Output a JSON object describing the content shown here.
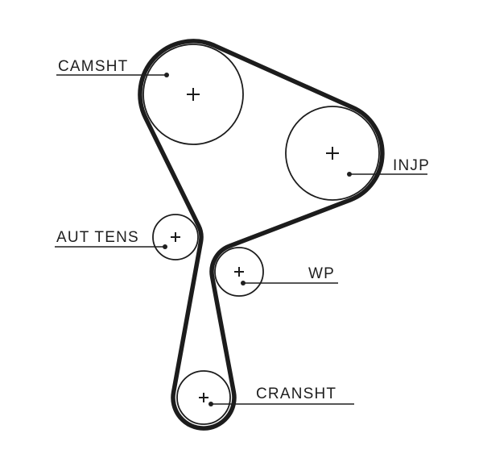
{
  "diagram": {
    "kind": "timing-belt-routing",
    "colors": {
      "background": "#ffffff",
      "belt": "#1c1c1c",
      "pulley_outline": "#1c1c1c",
      "text": "#1f1f1f"
    },
    "center_marker_symbol": "+",
    "pulleys": [
      {
        "id": "camshaft",
        "label": "CAMSHT",
        "label_side": "left"
      },
      {
        "id": "injection-pump",
        "label": "INJP",
        "label_side": "right"
      },
      {
        "id": "auto-tensioner",
        "label": "AUT TENS",
        "label_side": "left"
      },
      {
        "id": "water-pump",
        "label": "WP",
        "label_side": "right"
      },
      {
        "id": "crankshaft",
        "label": "CRANSHT",
        "label_side": "right"
      }
    ]
  }
}
